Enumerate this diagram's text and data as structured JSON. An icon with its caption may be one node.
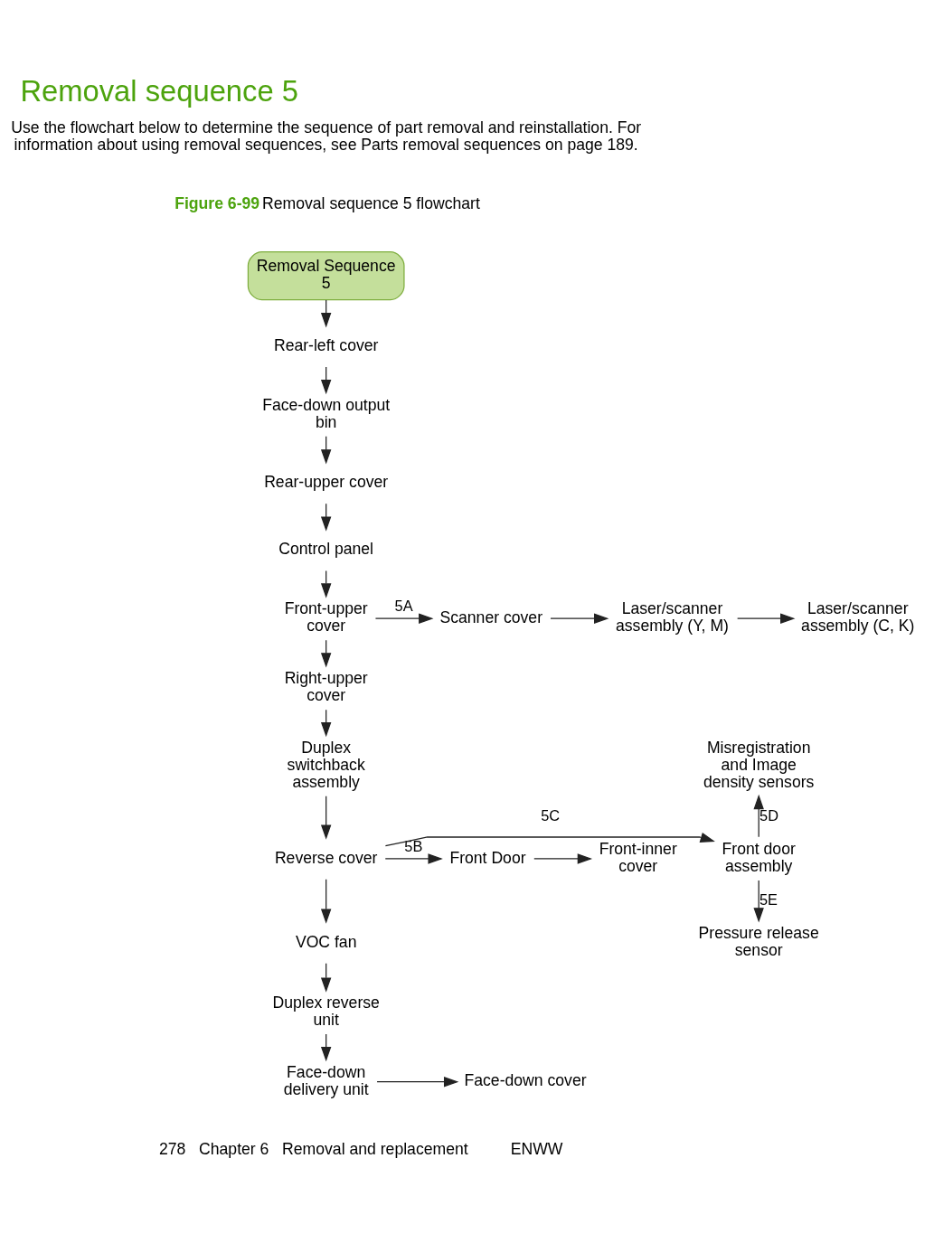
{
  "diagram": {
    "title": "Removal sequence 5",
    "nodes": [
      {
        "text": [
          "Removal Sequence 5"
        ]
      },
      {
        "text": [
          "Rear-left cover"
        ]
      },
      {
        "text": [
          "Face-down output bin"
        ]
      },
      {
        "text": [
          "Rear-upper cover"
        ]
      },
      {
        "text": [
          "Control panel"
        ]
      },
      {
        "text": [
          "Front-upper cover"
        ]
      },
      {
        "text": [
          "Scanner cover"
        ]
      },
      {
        "text": [
          "Laser/scanner assembly (Y, M)"
        ]
      },
      {
        "text": [
          "Laser/scanner assembly (C, K)"
        ]
      },
      {
        "text": [
          "Right-upper cover"
        ]
      },
      {
        "text": [
          "Duplex switchback assembly"
        ]
      },
      {
        "text": [
          "Reverse cover"
        ]
      },
      {
        "text": [
          "Front Door"
        ]
      },
      {
        "text": [
          "Front-inner cover"
        ]
      },
      {
        "text": [
          "Front door assembly"
        ]
      },
      {
        "text": [
          "Misregistration and Image density sensors"
        ]
      },
      {
        "text": [
          "Pressure release sensor"
        ]
      },
      {
        "text": [
          "VOC fan"
        ]
      },
      {
        "text": [
          "Duplex reverse unit"
        ]
      },
      {
        "text": [
          "Face-down delivery unit"
        ]
      },
      {
        "text": [
          "Face-down cover"
        ]
      }
    ],
    "edges": [
      {
        "from": 0,
        "to": 1,
        "arrow": "to"
      },
      {
        "from": 1,
        "to": 2,
        "arrow": "to"
      },
      {
        "from": 2,
        "to": 3,
        "arrow": "to"
      },
      {
        "from": 3,
        "to": 4,
        "arrow": "to"
      },
      {
        "from": 4,
        "to": 5,
        "arrow": "to"
      },
      {
        "from": 5,
        "to": 6,
        "arrow": "to",
        "label": "5A"
      },
      {
        "from": 6,
        "to": 7,
        "arrow": "to"
      },
      {
        "from": 7,
        "to": 8,
        "arrow": "to"
      },
      {
        "from": 5,
        "to": 9,
        "arrow": "to"
      },
      {
        "from": 9,
        "to": 10,
        "arrow": "to"
      },
      {
        "from": 10,
        "to": 11,
        "arrow": "to"
      },
      {
        "from": 11,
        "to": 12,
        "arrow": "to",
        "label": "5B"
      },
      {
        "from": 12,
        "to": 13,
        "arrow": "to"
      },
      {
        "from": 11,
        "to": 14,
        "arrow": "to",
        "label": "5C"
      },
      {
        "from": 14,
        "to": 15,
        "arrow": "to",
        "label": "5D"
      },
      {
        "from": 14,
        "to": 16,
        "arrow": "to",
        "label": "5E"
      },
      {
        "from": 11,
        "to": 17,
        "arrow": "to"
      },
      {
        "from": 17,
        "to": 18,
        "arrow": "to"
      },
      {
        "from": 18,
        "to": 19,
        "arrow": "to"
      },
      {
        "from": 19,
        "to": 20,
        "arrow": "to"
      }
    ],
    "labels": [
      "Use the flowchart below to determine the sequence of part removal and reinstallation. For information about using removal sequences, see Parts removal sequences on page 189.",
      "Figure 6-99",
      "Removal sequence 5 flowchart",
      "278",
      "Chapter 6",
      "Removal and replacement",
      "ENWW"
    ]
  }
}
